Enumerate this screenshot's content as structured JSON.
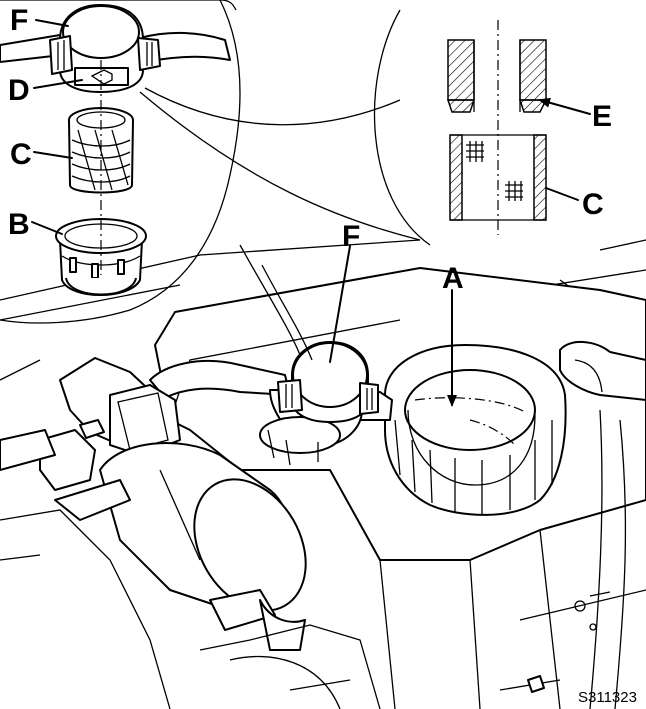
{
  "callouts": {
    "f_top": "F",
    "d": "D",
    "c_left": "C",
    "b": "B",
    "e": "E",
    "c_right": "C",
    "f_main": "F",
    "a": "A"
  },
  "figure_id": "S311323"
}
